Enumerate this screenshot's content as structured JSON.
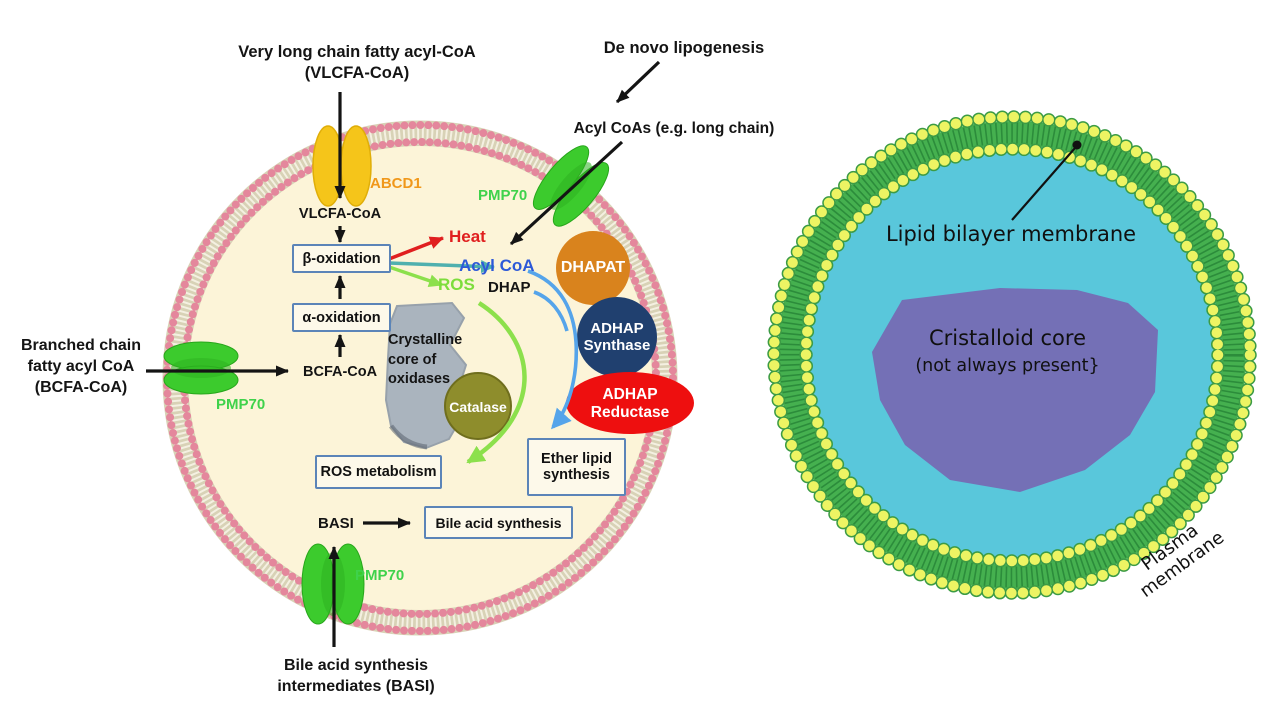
{
  "left": {
    "labels": {
      "vlcfa_line1": "Very long chain fatty acyl-CoA",
      "vlcfa_line2": "(VLCFA-CoA)",
      "de_novo": "De novo lipogenesis",
      "acyl_coas": "Acyl CoAs (e.g. long chain)",
      "abcd1": "ABCD1",
      "pmp70_top": "PMP70",
      "pmp70_left": "PMP70",
      "pmp70_bottom": "PMP70",
      "vlcfa_coa": "VLCFA-CoA",
      "beta_oxidation": "β-oxidation",
      "alpha_oxidation": "α-oxidation",
      "heat": "Heat",
      "acyl_coa": "Acyl CoA",
      "ros": "ROS",
      "dhap": "DHAP",
      "bcfa_line1": "Branched chain",
      "bcfa_line2": "fatty acyl CoA",
      "bcfa_line3": "(BCFA-CoA)",
      "bcfa_coa": "BCFA-CoA",
      "crystalline_line1": "Crystalline",
      "crystalline_line2": "core of",
      "crystalline_line3": "oxidases",
      "catalase": "Catalase",
      "dhapat": "DHAPAT",
      "adhap_synthase_line1": "ADHAP",
      "adhap_synthase_line2": "Synthase",
      "adhap_reductase_line1": "ADHAP",
      "adhap_reductase_line2": "Reductase",
      "ros_metabolism": "ROS metabolism",
      "ether_lipid_line1": "Ether lipid",
      "ether_lipid_line2": "synthesis",
      "basi": "BASI",
      "bile_acid_synthesis": "Bile acid synthesis",
      "basi_full_line1": "Bile acid synthesis",
      "basi_full_line2": "intermediates (BASI)"
    }
  },
  "right": {
    "labels": {
      "lipid_bilayer": "Lipid bilayer membrane",
      "cristalloid_core": "Cristalloid core",
      "not_always": "(not always present}",
      "plasma_membrane": "Plasma membrane"
    }
  },
  "colors": {
    "membrane_pink": "#e4879c",
    "membrane_band_tan": "#d8d2b6",
    "interior_cream": "#fcf4d8",
    "protein_green": "#3ccb2d",
    "protein_yellow": "#f5c51a",
    "abcd1_label_orange": "#f0981b",
    "pmp70_label_green": "#3fd24b",
    "heat_red": "#e01f1f",
    "acyl_coa_blue": "#2d59d8",
    "ros_green": "#7ddd3c",
    "box_border_blue": "#5b84b8",
    "dhapat_orange": "#d9831d",
    "adhap_synthase_navy": "#20406f",
    "adhap_reductase_red": "#ee0f0f",
    "catalase_olive": "#8e8d2c",
    "crystalline_gray": "#aab4be",
    "right_interior_cyan": "#59c7db",
    "right_band_green": "#45b04f",
    "right_dot_yellow": "#edf463",
    "core_purple": "#7470b6"
  }
}
